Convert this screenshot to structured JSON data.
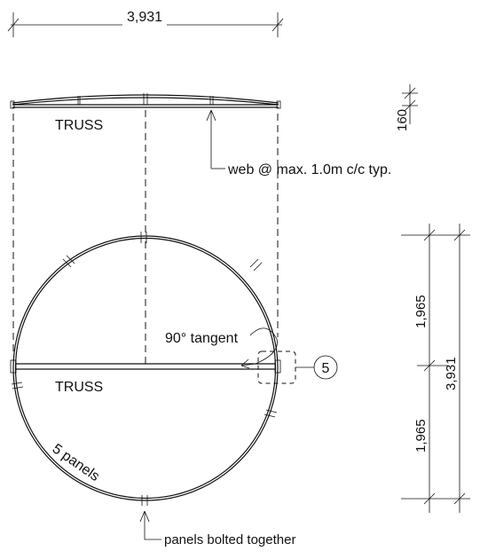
{
  "dimensions": {
    "overall_width": "3,931",
    "truss_depth": "160",
    "half_upper": "1,965",
    "half_lower": "1,965",
    "overall_height": "3,931"
  },
  "labels": {
    "truss_top": "TRUSS",
    "truss_plan": "TRUSS",
    "web_note": "web @ max. 1.0m c/c typ.",
    "tangent_note": "90° tangent",
    "detail_ref": "5",
    "panels_count": "5 panels",
    "bolt_note": "panels bolted together"
  }
}
